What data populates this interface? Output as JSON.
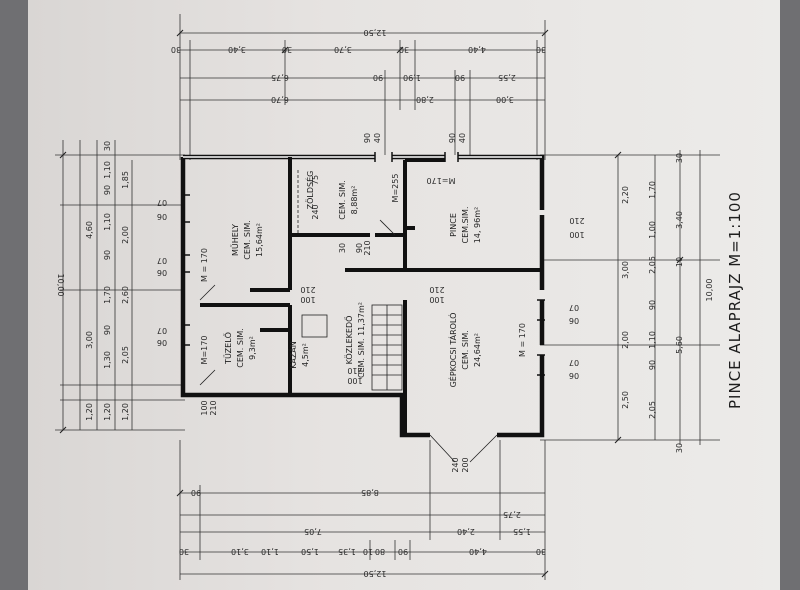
{
  "title": "PINCE  ALAPRAJZ   M=1:100",
  "rooms": {
    "muhely": [
      "MŰHELY",
      "CEM. SIM.",
      "15,64m²"
    ],
    "pince": [
      "PINCE",
      "CEM.SIM.",
      "14, 96m²"
    ],
    "zoldseg": [
      "ZÖLDSÉG",
      "CEM. SIM.",
      "8,88m²"
    ],
    "kozlekedo": [
      "KÖZLEKEDŐ",
      "CEM. SIM. 11,37m²"
    ],
    "tuzelo": [
      "TÜZELŐ",
      "CEM. SIM.",
      "9,3m²"
    ],
    "kazan": [
      "KAZÁN",
      "4,5m²"
    ],
    "garage": [
      "GÉPKOCSI TÁROLÓ",
      "CEM. SIM.",
      "24,64m²"
    ]
  },
  "marks": {
    "m170_a": "M = 170",
    "m170_b": "M=170",
    "m170_c": "M = 170",
    "m170_d": "M=170",
    "m255": "M=255",
    "dn_zold": "240",
    "dn_zold2": "75",
    "d210_a": "210",
    "d100_a": "100",
    "d210_b": "210",
    "d100_b": "100",
    "d210_c": "210",
    "d100_c": "100",
    "d210_d": "210",
    "d100_d": "100",
    "d30": "30",
    "d90_k": "90",
    "d210_k": "210",
    "d100_t": "100",
    "d210_t": "210",
    "gate_w": "240",
    "gate_h": "200",
    "w07_1": "07",
    "w06_1": "06",
    "w07_2": "07",
    "w06_2": "06",
    "w07_3": "07",
    "w06_3": "06",
    "w07_4": "07",
    "w06_4": "06",
    "w07_5": "07",
    "w06_5": "06"
  },
  "top_dims": {
    "total": "12,50",
    "r2": [
      "30",
      "3,40",
      "30",
      "3,70",
      "30",
      "4,40",
      "30"
    ],
    "r3": [
      "6,75",
      "90",
      "1,90",
      "90",
      "2,55"
    ],
    "r4": [
      "6,70",
      "90",
      "40",
      "2,80",
      "90",
      "40",
      "3,00"
    ]
  },
  "bottom_dims": {
    "r1": [
      "90",
      "8,85"
    ],
    "r2": [
      "2,75"
    ],
    "r3": [
      "7,05",
      "2,40",
      "1,55"
    ],
    "r4": [
      "30",
      "3,10",
      "1,10",
      "1,50",
      "1,35",
      "10",
      "80",
      "90",
      "4,40",
      "30"
    ],
    "total": "12,50"
  },
  "left_dims": {
    "c1": [
      "30",
      "1,10",
      "90",
      "1,10",
      "90",
      "1,70",
      "90",
      "1,30",
      "1,20"
    ],
    "c2": [
      "1,85",
      "2,00",
      "2,60",
      "2,05",
      "1,20"
    ],
    "c3": [
      "4,60",
      "3,00",
      "1,20"
    ],
    "total": "10,00"
  },
  "right_dims": {
    "c1": [
      "2,20",
      "3,00",
      "2,00",
      "2,50"
    ],
    "c2": [
      "1,70",
      "1,00",
      "2,05",
      "90",
      "1,10",
      "90",
      "2,05"
    ],
    "c3": [
      "3,40",
      "5,60"
    ],
    "c4": [
      "30",
      "10",
      "30"
    ],
    "total": "10,00"
  }
}
